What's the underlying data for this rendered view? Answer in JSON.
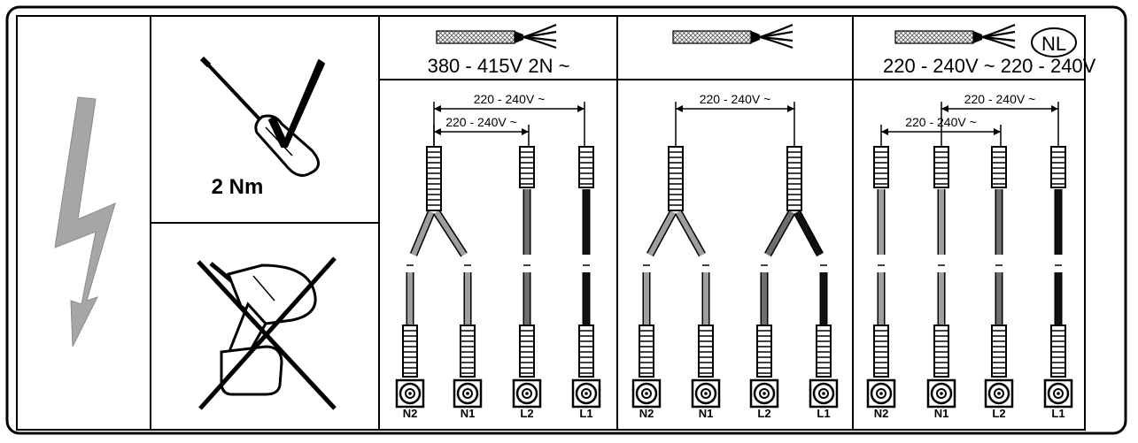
{
  "torque_label": "2 Nm",
  "country_badge": "NL",
  "icons": {
    "lightning": "lightning-bolt-icon",
    "screwdriver": "screwdriver-icon",
    "check": "checkmark-icon",
    "drill": "power-drill-icon",
    "cross": "prohibited-cross-icon",
    "cable": "stranded-cable-icon"
  },
  "colors": {
    "frame": "#000000",
    "bolt": "#a6a6a6",
    "wire_light": "#9e9e9e",
    "wire_mid": "#6e6e6e",
    "wire_dark": "#111111"
  },
  "panels": [
    {
      "voltage": "380 - 415V 2N ~",
      "spans": [
        "220 - 240V ~",
        "220 - 240V ~"
      ],
      "terminals": [
        "N2",
        "N1",
        "L2",
        "L1"
      ]
    },
    {
      "voltage": "",
      "spans": [
        "220 - 240V ~"
      ],
      "terminals": [
        "N2",
        "N1",
        "L2",
        "L1"
      ]
    },
    {
      "voltage": "220 - 240V ~ 220 - 240V",
      "spans": [
        "220 - 240V ~",
        "220 - 240V ~"
      ],
      "terminals": [
        "N2",
        "N1",
        "L2",
        "L1"
      ]
    }
  ]
}
